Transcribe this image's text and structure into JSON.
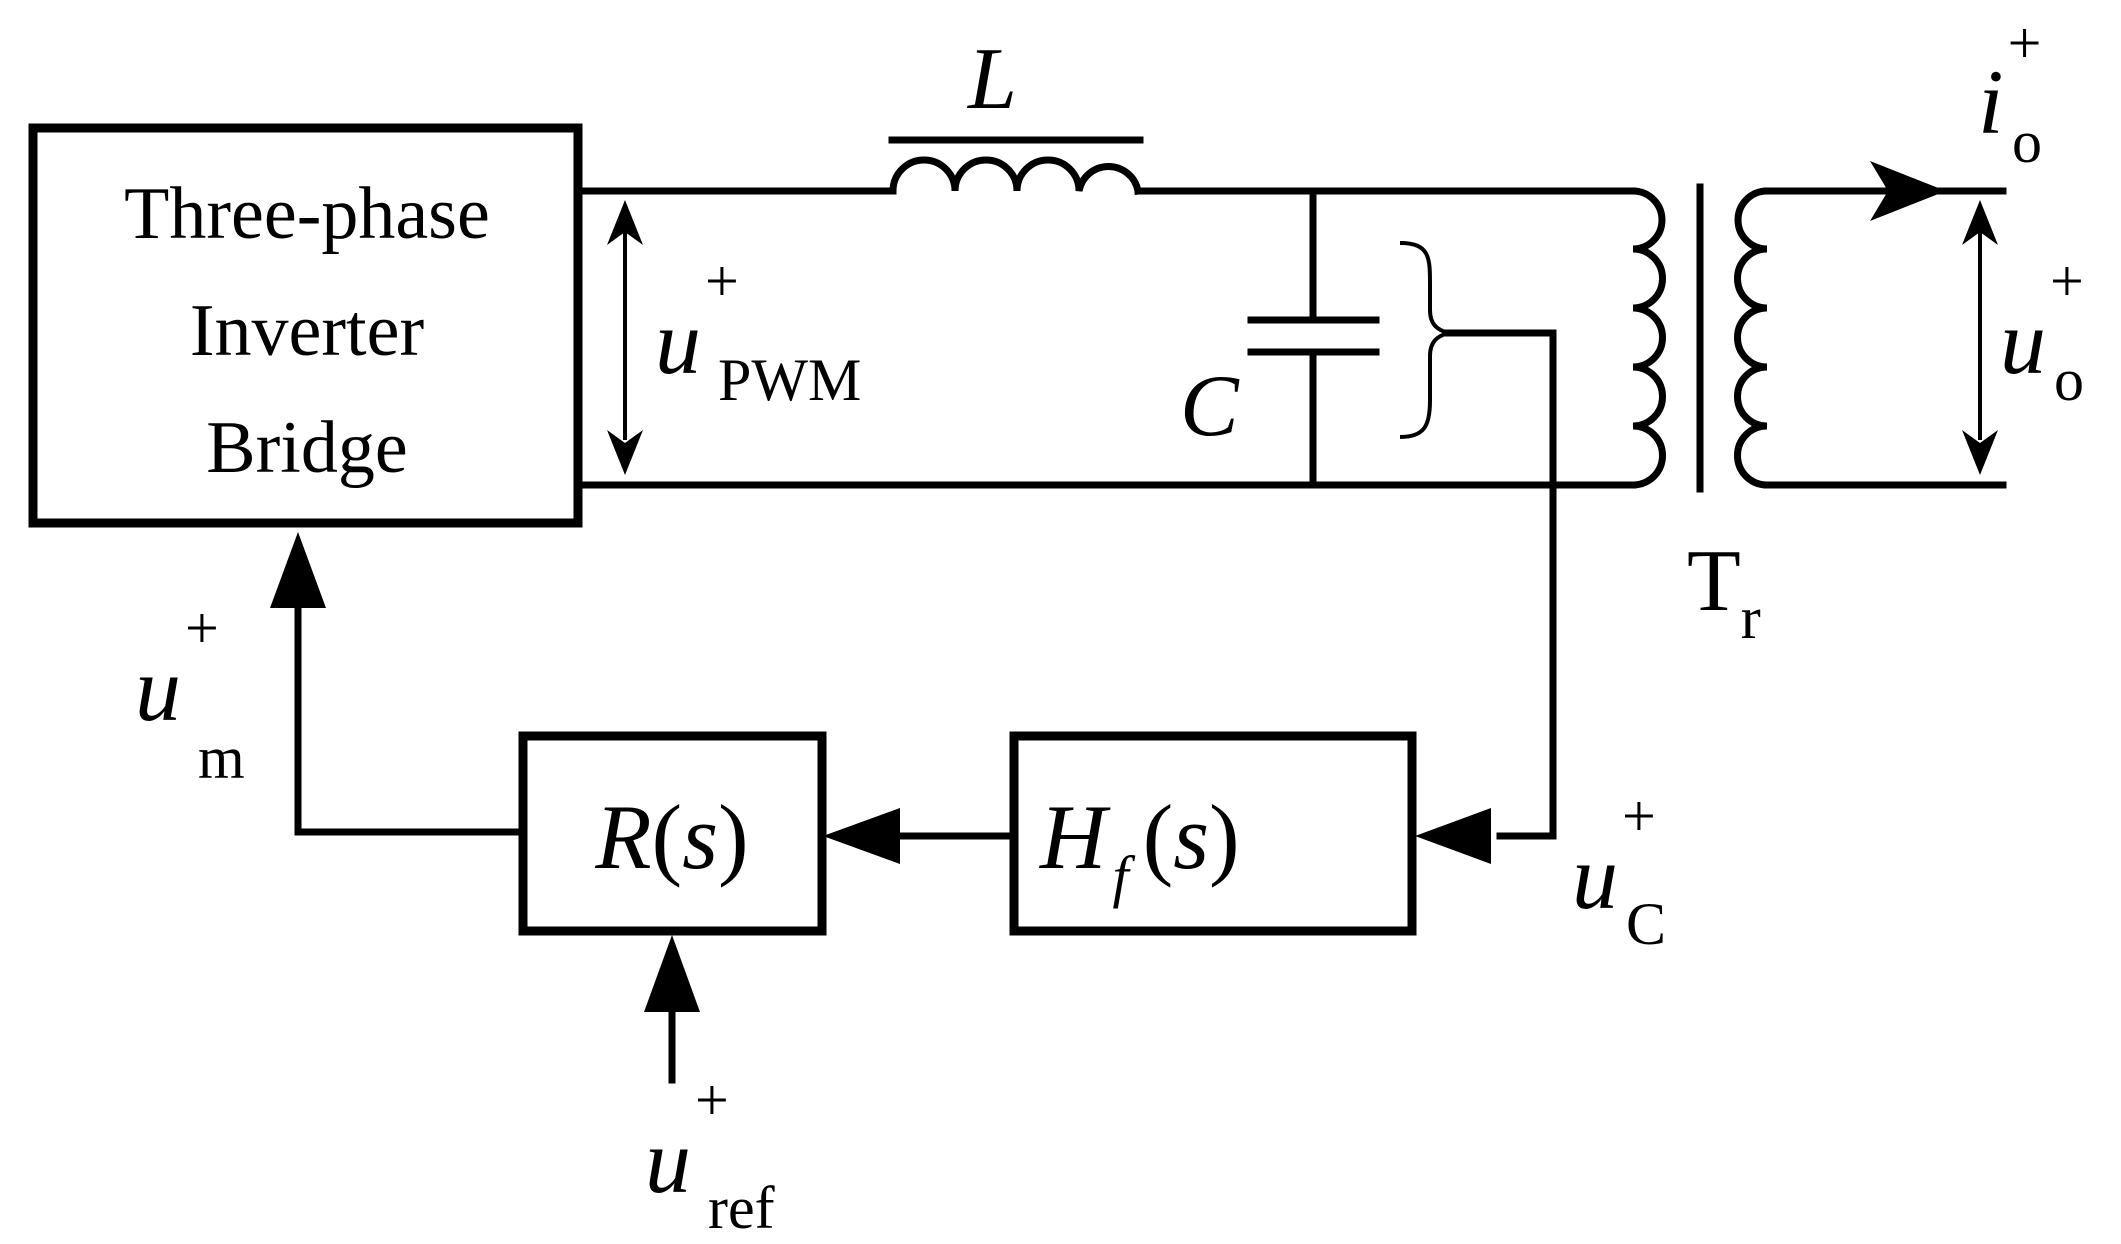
{
  "inverter": {
    "line1": "Three-phase",
    "line2": "Inverter",
    "line3": "Bridge"
  },
  "inductor": {
    "label": "L"
  },
  "capacitor": {
    "label": "C"
  },
  "transformer": {
    "label": "T",
    "sub": "r"
  },
  "u_pwm": {
    "sym": "u",
    "sup": "+",
    "sub": "PWM"
  },
  "i_o": {
    "sym": "i",
    "sup": "+",
    "sub": "o"
  },
  "u_o": {
    "sym": "u",
    "sup": "+",
    "sub": "o"
  },
  "u_m": {
    "sym": "u",
    "sup": "+",
    "sub": "m"
  },
  "u_c": {
    "sym": "u",
    "sup": "+",
    "sub": "C"
  },
  "u_ref": {
    "sym": "u",
    "sup": "+",
    "sub": "ref"
  },
  "controller": {
    "func": "R",
    "open": "(",
    "arg": "s",
    "close": ")"
  },
  "filter": {
    "func": "H",
    "sub": "f",
    "open": "(",
    "arg": "s",
    "close": ")"
  }
}
